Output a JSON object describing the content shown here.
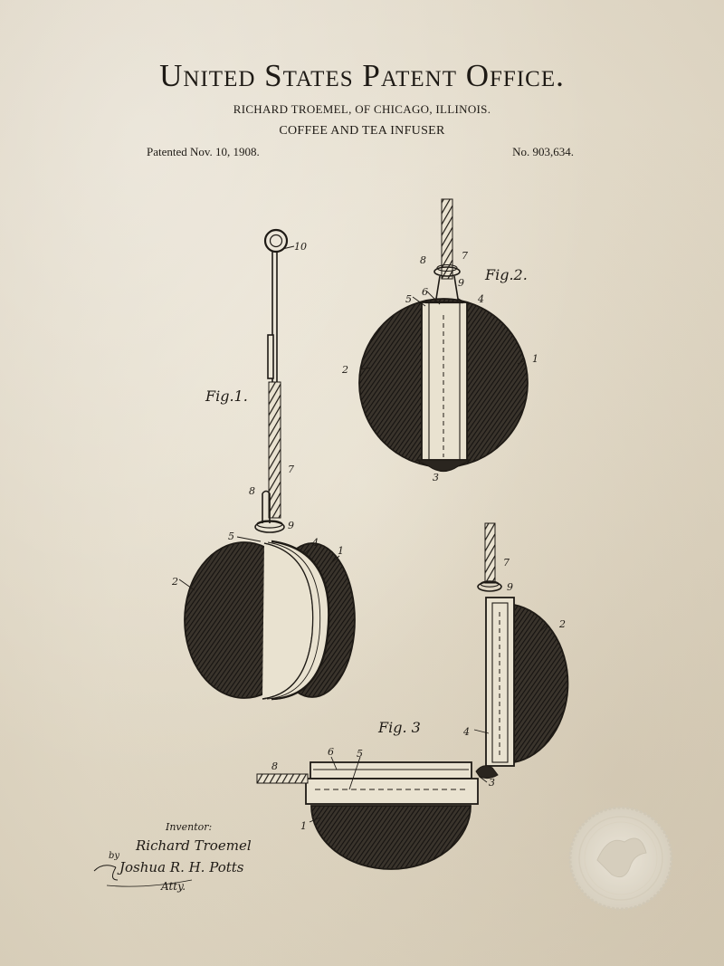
{
  "header": {
    "office": "United States Patent Office.",
    "inventor_line": "RICHARD TROEMEL, OF CHICAGO, ILLINOIS.",
    "invention": "COFFEE AND TEA INFUSER",
    "patented": "Patented Nov. 10, 1908.",
    "number": "No. 903,634."
  },
  "figures": {
    "fig1": "Fig.1.",
    "fig2": "Fig.2.",
    "fig3": "Fig. 3"
  },
  "reference_numerals": [
    "1",
    "2",
    "3",
    "4",
    "5",
    "6",
    "7",
    "8",
    "9",
    "10"
  ],
  "signature": {
    "inventor_label": "Inventor:",
    "inventor_name": "Richard Troemel",
    "by": "by",
    "attorney": "Joshua R. H. Potts",
    "attys": "Atty."
  },
  "colors": {
    "paper": "#ece6d6",
    "ink": "#1e1a15"
  },
  "icons": [
    "patent-seal-icon"
  ]
}
